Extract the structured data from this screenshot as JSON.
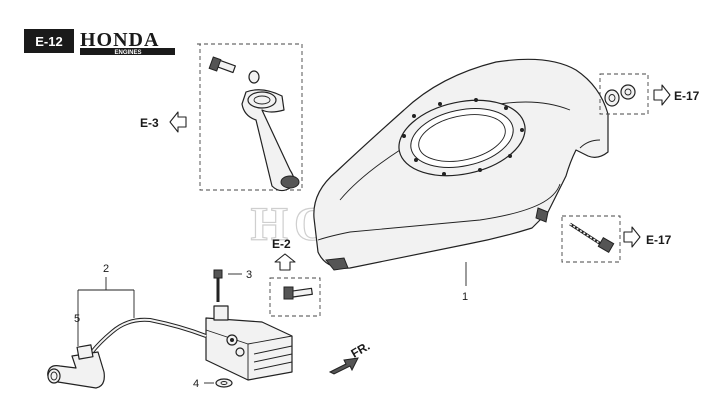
{
  "header": {
    "section_code": "E-12",
    "brand": "HONDA",
    "brand_sub": "ENGINES"
  },
  "watermark": "HONDA",
  "references": {
    "left_ref": "E-3",
    "top_right_ref": "E-17",
    "mid_right_ref": "E-17",
    "center_ref": "E-2"
  },
  "callouts": [
    "1",
    "2",
    "3",
    "4",
    "5"
  ],
  "direction_label": "FR."
}
